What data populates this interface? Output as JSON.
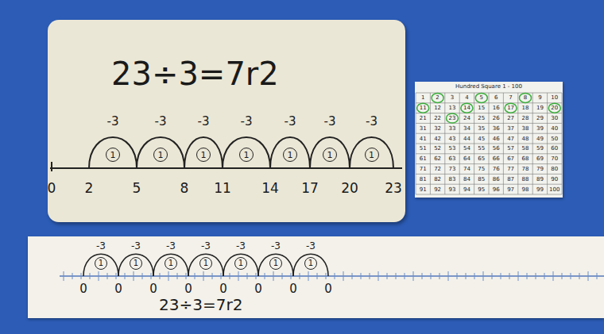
{
  "diagram": {
    "nodes": [
      {
        "text": [
          "23÷3=7r2"
        ]
      },
      {
        "text": [
          "1"
        ],
        "in": 0
      },
      {
        "text": [
          "1"
        ],
        "in": 0
      },
      {
        "text": [
          "1"
        ],
        "in": 0
      },
      {
        "text": [
          "1"
        ],
        "in": 0
      },
      {
        "text": [
          "1"
        ],
        "in": 0
      },
      {
        "text": [
          "1"
        ],
        "in": 0
      },
      {
        "text": [
          "1"
        ],
        "in": 0
      },
      {
        "text": [
          "Hundred Square 1 - 100"
        ]
      },
      {
        "text": [
          "23÷3=7r2"
        ]
      },
      {
        "text": [
          "1"
        ],
        "in": 9
      },
      {
        "text": [
          "1"
        ],
        "in": 9
      },
      {
        "text": [
          "1"
        ],
        "in": 9
      },
      {
        "text": [
          "1"
        ],
        "in": 9
      },
      {
        "text": [
          "1"
        ],
        "in": 9
      },
      {
        "text": [
          "1"
        ],
        "in": 9
      },
      {
        "text": [
          "1"
        ],
        "in": 9
      }
    ],
    "labels": [
      "-3",
      "-3",
      "-3",
      "-3",
      "-3",
      "-3",
      "-3",
      "0",
      "2",
      "5",
      "8",
      "11",
      "14",
      "17",
      "20",
      "23",
      "1",
      "2",
      "3",
      "4",
      "5",
      "6",
      "7",
      "8",
      "9",
      "10",
      "11",
      "12",
      "13",
      "14",
      "15",
      "16",
      "17",
      "18",
      "19",
      "20",
      "21",
      "22",
      "23",
      "24",
      "25",
      "26",
      "27",
      "28",
      "29",
      "30",
      "31",
      "32",
      "33",
      "34",
      "35",
      "36",
      "37",
      "38",
      "39",
      "40",
      "41",
      "42",
      "43",
      "44",
      "45",
      "46",
      "47",
      "48",
      "49",
      "50",
      "51",
      "52",
      "53",
      "54",
      "55",
      "56",
      "57",
      "58",
      "59",
      "60",
      "61",
      "62",
      "63",
      "64",
      "65",
      "66",
      "67",
      "68",
      "69",
      "70",
      "71",
      "72",
      "73",
      "74",
      "75",
      "76",
      "77",
      "78",
      "79",
      "80",
      "81",
      "82",
      "83",
      "84",
      "85",
      "86",
      "87",
      "88",
      "89",
      "90",
      "91",
      "92",
      "93",
      "94",
      "95",
      "96",
      "97",
      "98",
      "99",
      "100",
      "-3",
      "-3",
      "-3",
      "-3",
      "-3",
      "-3",
      "-3",
      "0",
      "0",
      "0",
      "0",
      "0",
      "0",
      "0",
      "0"
    ]
  }
}
